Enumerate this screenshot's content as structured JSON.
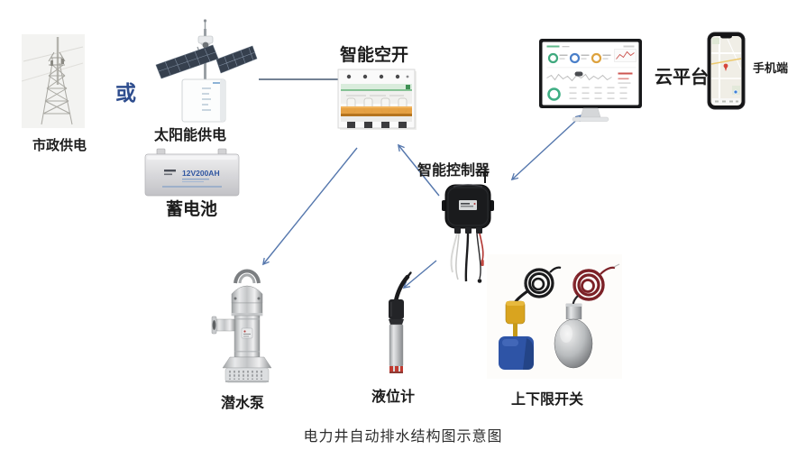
{
  "page": {
    "title": "电力井自动排水结构图示意图"
  },
  "colors": {
    "arrow": "#5577ad",
    "plain_line": "#5f6f85",
    "or_text": "#2e4d8e",
    "label_text": "#1c1c1c"
  },
  "nodes": {
    "municipal_power": {
      "label": "市政供电"
    },
    "or_connector": {
      "label": "或"
    },
    "solar_power": {
      "label": "太阳能供电"
    },
    "battery": {
      "label": "蓄电池",
      "marking": "12V200AH"
    },
    "smart_breaker": {
      "label": "智能空开"
    },
    "smart_controller": {
      "label": "智能控制器"
    },
    "cloud_platform": {
      "label": "云平台"
    },
    "mobile_client": {
      "label": "手机端"
    },
    "submersible_pump": {
      "label": "潜水泵"
    },
    "level_meter": {
      "label": "液位计"
    },
    "limit_switches": {
      "label": "上下限开关"
    }
  }
}
